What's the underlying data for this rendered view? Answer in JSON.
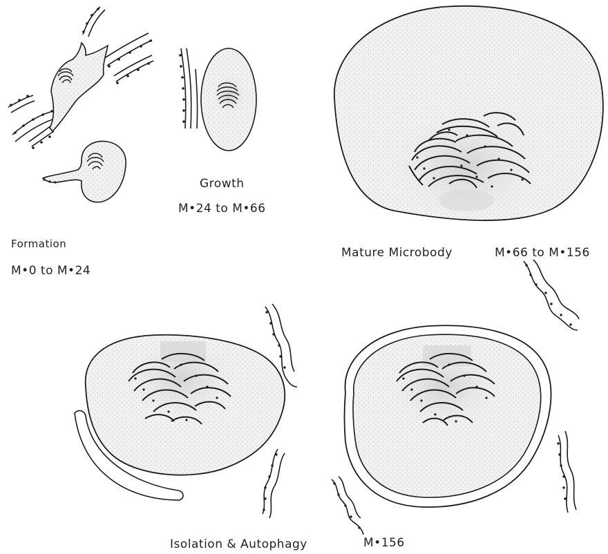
{
  "colors": {
    "ink": "#1a1a1a",
    "cytoplasm_fill": "#ededed",
    "core_fill": "#d6d6d6",
    "background": "#ffffff"
  },
  "stages": {
    "formation": {
      "title": "Formation",
      "range": "M•0  to  M•24"
    },
    "growth": {
      "title": "Growth",
      "range": "M•24 to  M•66"
    },
    "mature": {
      "title": "Mature  Microbody",
      "range": "M•66 to   M•156"
    },
    "isolation": {
      "title": "Isolation  &  Autophagy",
      "range": "M•156"
    }
  }
}
